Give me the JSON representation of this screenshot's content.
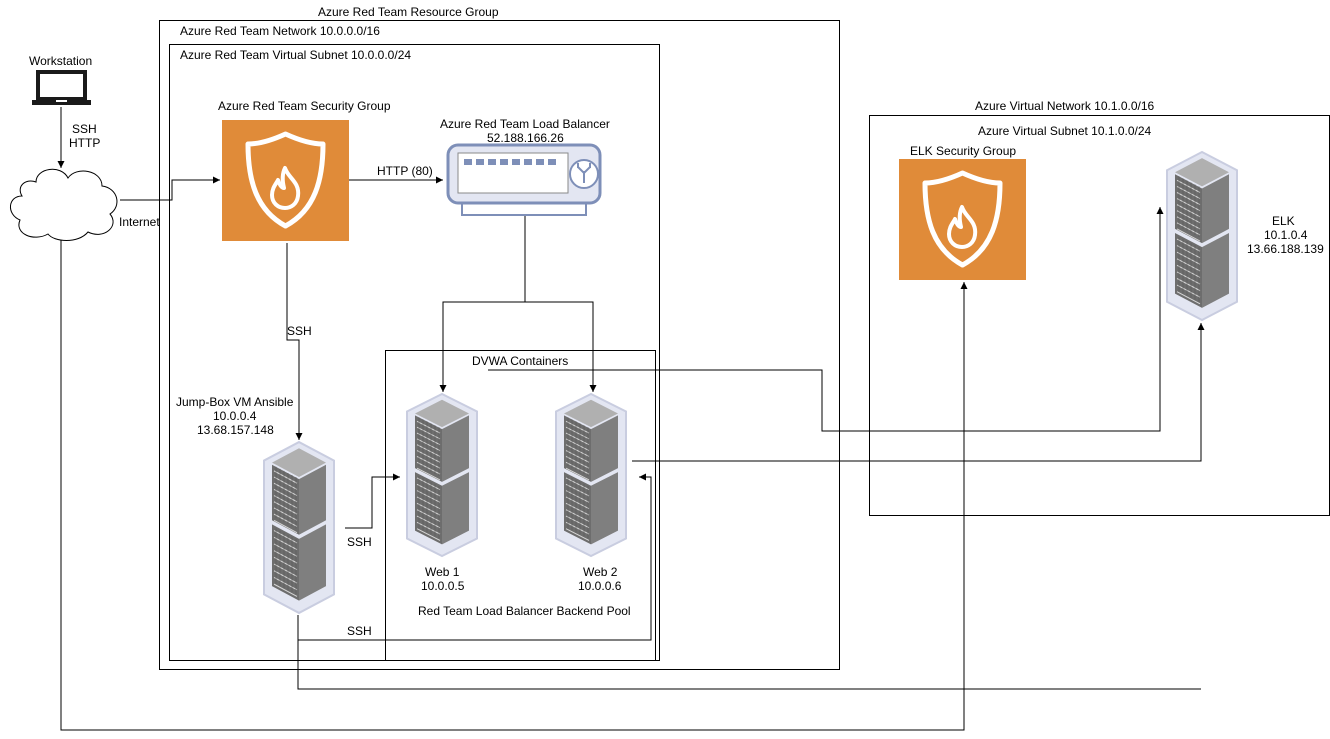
{
  "groups": {
    "resource_group": "Azure Red Team Resource Group",
    "red_network": "Azure Red Team Network 10.0.0.0/16",
    "red_subnet": "Azure Red Team Virtual Subnet 10.0.0.0/24",
    "dvwa": "DVWA Containers",
    "azure_vnet": "Azure Virtual Network 10.1.0.0/16",
    "azure_subnet": "Azure Virtual Subnet 10.1.0.0/24"
  },
  "nodes": {
    "workstation": "Workstation",
    "internet": "Internet",
    "red_security_group": "Azure Red Team Security Group",
    "load_balancer_title": "Azure Red Team Load Balancer",
    "load_balancer_ip": "52.188.166.26",
    "jumpbox_name": "Jump-Box VM Ansible",
    "jumpbox_ip1": "10.0.0.4",
    "jumpbox_ip2": "13.68.157.148",
    "web1_name": "Web 1",
    "web1_ip": "10.0.0.5",
    "web2_name": "Web 2",
    "web2_ip": "10.0.0.6",
    "backend_pool": "Red Team Load Balancer Backend Pool",
    "elk_security_group": "ELK Security Group",
    "elk_name": "ELK",
    "elk_ip1": "10.1.0.4",
    "elk_ip2": "13.66.188.139"
  },
  "edge_labels": {
    "ssh_http_1": "SSH",
    "ssh_http_2": "HTTP",
    "http80": "HTTP (80)",
    "ssh_sg_jump": "SSH",
    "ssh_jump_web": "SSH",
    "ssh_jump_web2": "SSH"
  },
  "colors": {
    "security_group": "#e08b39",
    "server_body": "#7f7f7f",
    "server_glow": "#e3e6f2",
    "load_balancer": "#7e8fb8"
  }
}
